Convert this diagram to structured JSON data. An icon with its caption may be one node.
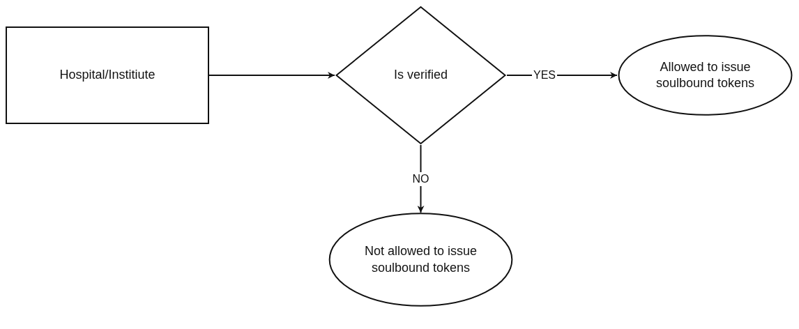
{
  "diagram": {
    "nodes": [
      {
        "text": [
          "Hospital/Institiute"
        ]
      },
      {
        "text": [
          "Is verified"
        ]
      },
      {
        "text": [
          "Allowed to issue soulbound tokens"
        ]
      },
      {
        "text": [
          "Not allowed to issue soulbound tokens"
        ]
      }
    ],
    "edges": [
      {
        "from": 0,
        "to": 1,
        "arrow": "to"
      },
      {
        "from": 1,
        "to": 2,
        "arrow": "to",
        "label": "YES"
      },
      {
        "from": 1,
        "to": 3,
        "arrow": "to",
        "label": "NO"
      }
    ]
  }
}
